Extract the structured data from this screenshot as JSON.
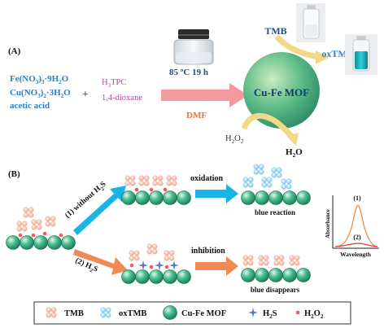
{
  "panel_a": {
    "label": "(A)",
    "reagents_metal": [
      "Fe(NO",
      "Cu(NO",
      "acetic acid"
    ],
    "plus": "+",
    "ligand": "H",
    "ligand_rest": "TPC",
    "ligand_sub": "3",
    "solvent": "1,4-dioxane",
    "condition": "85 ºC 19 h",
    "dmf": "DMF",
    "mof_label": "Cu-Fe MOF",
    "tmb": "TMB",
    "oxtmb": "oxTMB",
    "h2o2": "H",
    "h2o": "H"
  },
  "panel_b": {
    "label": "(B)",
    "path1": "(1) without H",
    "path2": "(2) H",
    "oxidation": "oxidation",
    "inhibition": "inhibition",
    "blue_reaction": "blue reaction",
    "blue_disappears": "blue disappears",
    "plot": {
      "ylabel": "Absorbance",
      "xlabel": "Wavelength",
      "curve1_label": "(1)",
      "curve2_label": "(2)"
    }
  },
  "legend": {
    "tmb": "TMB",
    "oxtmb": "oxTMB",
    "mof": "Cu-Fe MOF",
    "h2s": "H",
    "h2o2": "H"
  },
  "colors": {
    "blue_text": "#2a7fc7",
    "purple_text": "#b04aa0",
    "orange_text": "#e07848",
    "cyan_arrow": "#19b4e6",
    "orange_arrow": "#f08a55",
    "pink_arrow": "#f29aa0",
    "mof_green": "#3aa870",
    "tmb_pink": "#f6b7a5",
    "oxtmb_blue": "#9fd8f2"
  }
}
